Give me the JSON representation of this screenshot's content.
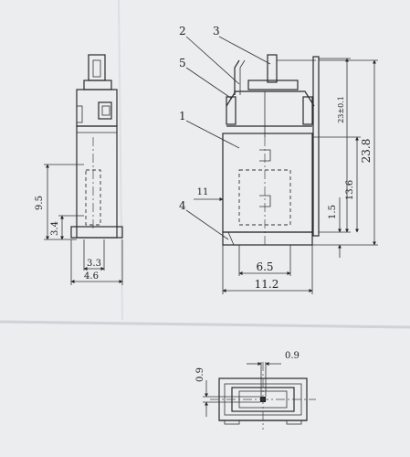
{
  "callouts": {
    "1": "1",
    "2": "2",
    "3": "3",
    "4": "4",
    "5": "5"
  },
  "side_view": {
    "dim_9_5": "9.5",
    "dim_3_4": "3.4",
    "dim_3_3": "3.3",
    "dim_4_6": "4.6"
  },
  "front_view": {
    "dim_23_tol": "23±0.1",
    "dim_23_8": "23.8",
    "dim_13_6": "13.6",
    "dim_1_5": "1.5",
    "dim_11": "11",
    "dim_6_5": "6.5",
    "dim_11_2": "11.2"
  },
  "bottom_view": {
    "dim_0_9_h": "0.9",
    "dim_0_9_v": "0.9"
  }
}
